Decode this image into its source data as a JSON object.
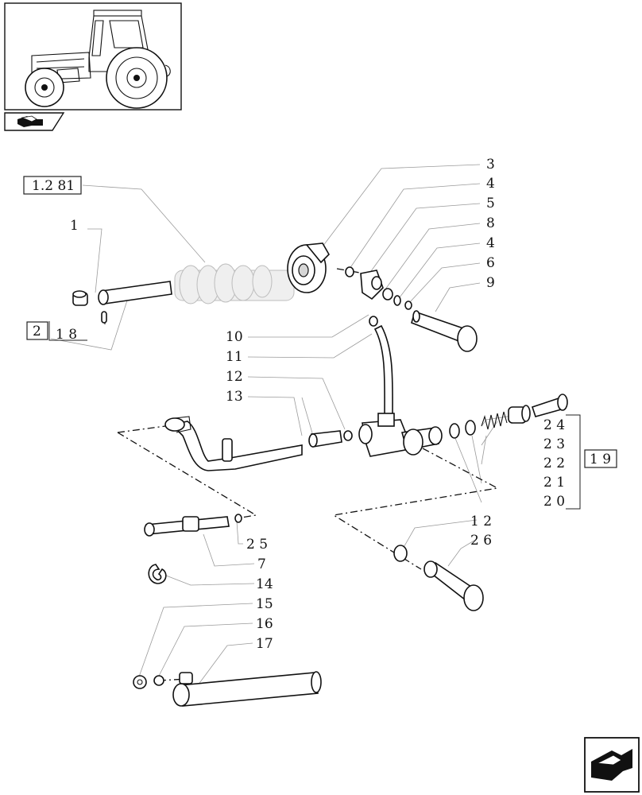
{
  "diagram": {
    "reference_boxes": [
      {
        "id": "ref-1-28",
        "text": "1.2 81"
      },
      {
        "id": "ref-2",
        "text": "2"
      },
      {
        "id": "ref-19",
        "text": "1 9"
      }
    ],
    "callouts": {
      "c1": "1",
      "c18": "1 8",
      "c3": "3",
      "c4a": "4",
      "c5": "5",
      "c8": "8",
      "c4b": "4",
      "c6": "6",
      "c9": "9",
      "c10": "10",
      "c11": "11",
      "c12": "12",
      "c13": "13",
      "c24": "2 4",
      "c23": "2 3",
      "c22": "2 2",
      "c21": "2 1",
      "c20": "2 0",
      "c12b": "1 2",
      "c26": "2 6",
      "c25": "2 5",
      "c7": "7",
      "c14": "14",
      "c15": "15",
      "c16": "16",
      "c17": "17"
    },
    "icons": {
      "top_left_nav": "back-arrow-icon",
      "bottom_right_nav": "next-page-arrow-icon",
      "thumbnail": "tractor-thumbnail-icon"
    }
  }
}
